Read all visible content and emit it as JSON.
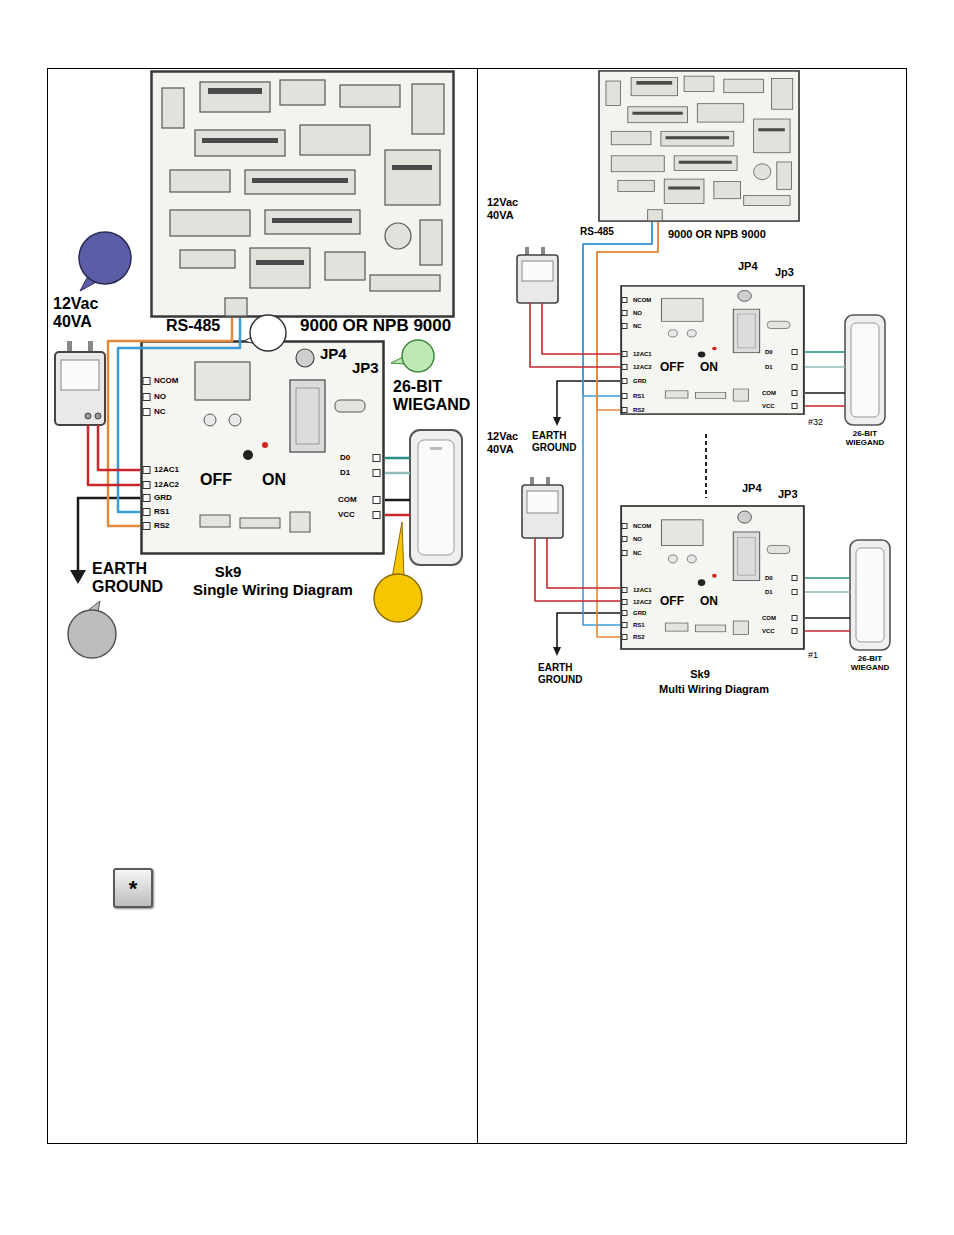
{
  "diagram": {
    "nodes": [
      {
        "text": [
          "9000 OR NPB 9000"
        ]
      },
      {
        "text": [
          "12Vac 40VA"
        ]
      },
      {
        "text": [
          "JP4",
          "JP3",
          "NCOM",
          "NO",
          "NC",
          "12AC1",
          "12AC2",
          "GRD",
          "RS1",
          "RS2",
          "OFF",
          "ON",
          "D0",
          "D1",
          "COM",
          "VCC"
        ]
      },
      {
        "text": [
          "26-BIT WIEGAND"
        ]
      },
      {
        "text": [
          "*"
        ]
      },
      {
        "text": [
          "9000 OR NPB 9000"
        ]
      },
      {
        "text": [
          "12Vac 40VA"
        ]
      },
      {
        "text": [
          "JP4",
          "Jp3",
          "NCOM",
          "NO",
          "NC",
          "12AC1",
          "12AC2",
          "GRD",
          "RS1",
          "RS2",
          "OFF",
          "ON",
          "D0",
          "D1",
          "COM",
          "VCC",
          "#32"
        ]
      },
      {
        "text": [
          "26-BIT WIEGAND"
        ]
      },
      {
        "text": [
          "12Vac 40VA"
        ]
      },
      {
        "text": [
          "JP4",
          "JP3",
          "NCOM",
          "NO",
          "NC",
          "12AC1",
          "12AC2",
          "GRD",
          "RS1",
          "RS2",
          "OFF",
          "ON",
          "D0",
          "D1",
          "COM",
          "VCC",
          "#1"
        ]
      },
      {
        "text": [
          "26-BIT WIEGAND"
        ]
      }
    ],
    "edges": [
      {
        "from": 0,
        "to": 2,
        "arrow": "none"
      },
      {
        "from": 0,
        "to": 2,
        "arrow": "none"
      },
      {
        "from": 1,
        "to": 2,
        "arrow": "none"
      },
      {
        "from": 1,
        "to": 2,
        "arrow": "none"
      },
      {
        "from": 2,
        "to": 3,
        "arrow": "none"
      },
      {
        "from": 2,
        "to": 3,
        "arrow": "none"
      },
      {
        "from": 2,
        "to": 3,
        "arrow": "none"
      },
      {
        "from": 2,
        "to": 3,
        "arrow": "none"
      },
      {
        "from": 5,
        "to": 7,
        "arrow": "none"
      },
      {
        "from": 5,
        "to": 7,
        "arrow": "none"
      },
      {
        "from": 5,
        "to": 10,
        "arrow": "none"
      },
      {
        "from": 5,
        "to": 10,
        "arrow": "none"
      },
      {
        "from": 6,
        "to": 7,
        "arrow": "none"
      },
      {
        "from": 6,
        "to": 7,
        "arrow": "none"
      },
      {
        "from": 7,
        "to": 8,
        "arrow": "none"
      },
      {
        "from": 7,
        "to": 8,
        "arrow": "none"
      },
      {
        "from": 7,
        "to": 8,
        "arrow": "none"
      },
      {
        "from": 7,
        "to": 8,
        "arrow": "none"
      },
      {
        "from": 9,
        "to": 10,
        "arrow": "none"
      },
      {
        "from": 9,
        "to": 10,
        "arrow": "none"
      },
      {
        "from": 10,
        "to": 11,
        "arrow": "none"
      },
      {
        "from": 10,
        "to": 11,
        "arrow": "none"
      },
      {
        "from": 10,
        "to": 11,
        "arrow": "none"
      },
      {
        "from": 10,
        "to": 11,
        "arrow": "none"
      }
    ],
    "labels": [
      "RS-485",
      "EARTH GROUND",
      "Sk9",
      "Single Wiring Diagram",
      "RS-485",
      "EARTH GROUND",
      "EARTH GROUND",
      "Sk9",
      "Multi Wiring Diagram"
    ]
  }
}
